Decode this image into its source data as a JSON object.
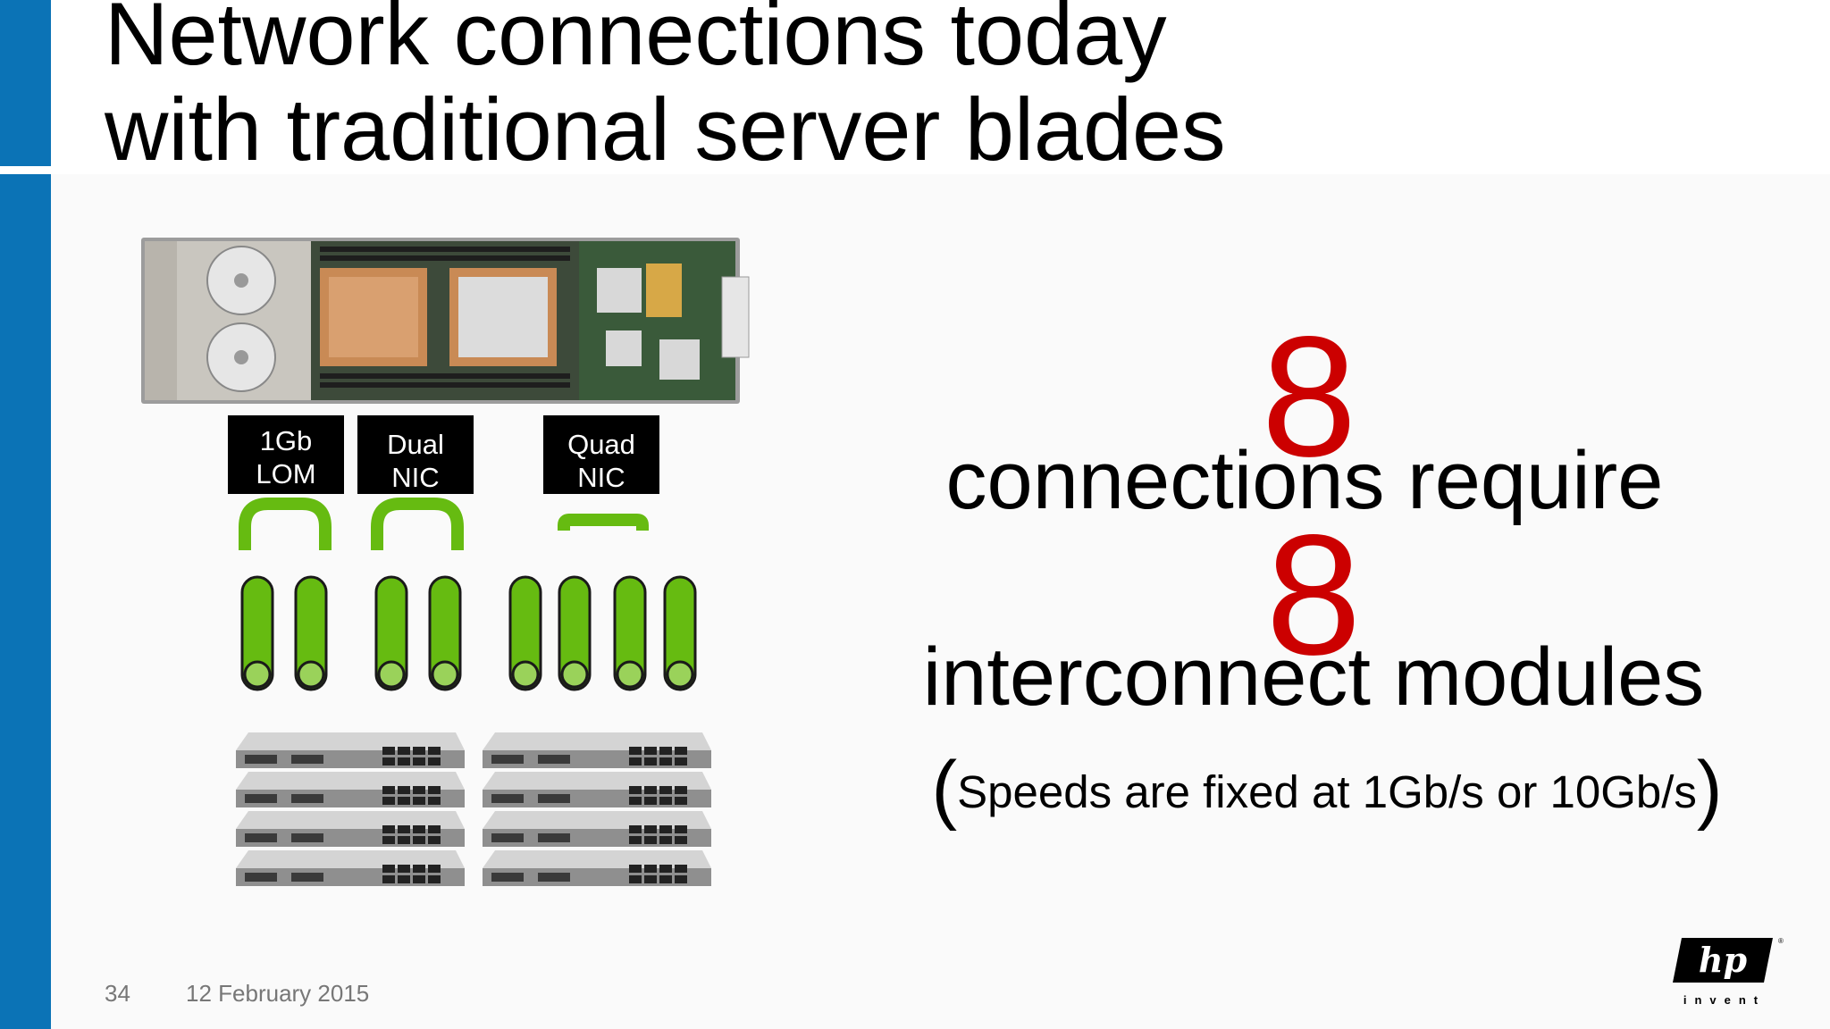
{
  "slide": {
    "title_line1": "Network connections today",
    "title_line2": "with traditional server blades",
    "page_number": "34",
    "date": "12 February 2015"
  },
  "adapters": [
    {
      "line1": "1Gb",
      "line2": "LOM"
    },
    {
      "line1": "Dual",
      "line2": "NIC"
    },
    {
      "line1": "Quad",
      "line2": "NIC"
    }
  ],
  "message": {
    "count1": "8",
    "line1": "connections require",
    "count2": "8",
    "line2": "interconnect modules",
    "open_paren": "(",
    "speeds": "Speeds are fixed at 1Gb/s or 10Gb/s",
    "close_paren": ")"
  },
  "logo": {
    "brand": "hp",
    "tagline": "invent"
  },
  "colors": {
    "accent_blue": "#0b73b6",
    "highlight_red": "#cc0000",
    "connector_green": "#66bb11"
  }
}
